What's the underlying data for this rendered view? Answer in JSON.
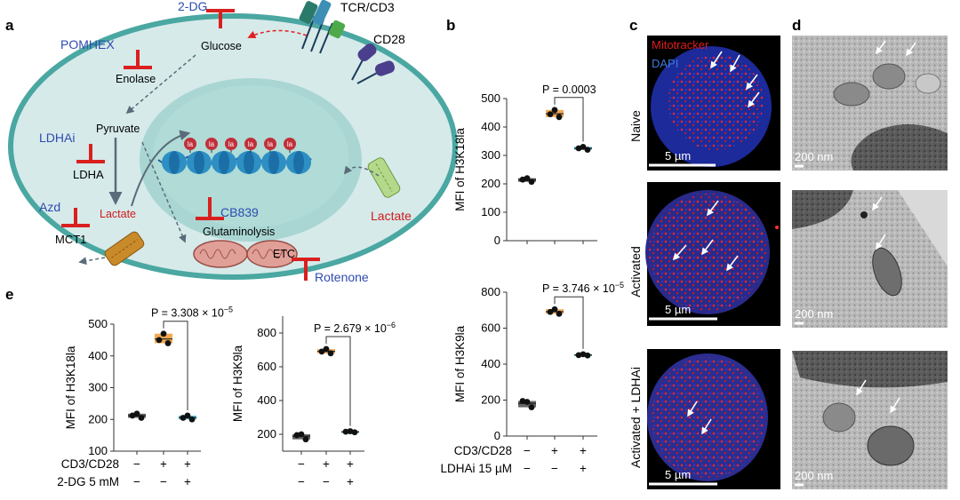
{
  "panel_letters": {
    "a": "a",
    "b": "b",
    "c": "c",
    "d": "d",
    "e": "e"
  },
  "panel_a": {
    "labels": {
      "two_dg": "2-DG",
      "glucose": "Glucose",
      "tcr": "TCR/CD3",
      "cd28": "CD28",
      "pomhex": "POMHEX",
      "enolase": "Enolase",
      "pyruvate": "Pyruvate",
      "ldhai": "LDHAi",
      "ldha": "LDHA",
      "azd": "Azd",
      "lactate_in": "Lactate",
      "mct1": "MCT1",
      "cb839": "CB839",
      "glutaminolysis": "Glutaminolysis",
      "etc": "ETC",
      "rotenone": "Rotenone",
      "lactate_out": "Lactate",
      "la": "la"
    },
    "colors": {
      "membrane": "#4aa7a1",
      "cytoplasm": "#d6eaea",
      "nucleus": "#a9d6d3",
      "inhibitor": "#d9201f",
      "inhibitor_text": "#2e4bb0",
      "lactate_text": "#d9201f"
    }
  },
  "panel_b": {
    "common": {
      "x_row_labels": [
        "CD3/CD28",
        "LDHAi 15 µM"
      ],
      "x_row_values": [
        [
          "−",
          "+",
          "+"
        ],
        [
          "−",
          "−",
          "+"
        ]
      ],
      "colors": [
        "#555555",
        "#f0a040",
        "#3fc7d8"
      ]
    },
    "top": {
      "ylabel": "MFI of H3K18la",
      "ylim": [
        0,
        500
      ],
      "yticks": [
        0,
        100,
        200,
        300,
        400,
        500
      ],
      "pvalue": "P = 0.0003",
      "points": [
        [
          215,
          207,
          220
        ],
        [
          445,
          435,
          460
        ],
        [
          325,
          320,
          330
        ]
      ]
    },
    "bottom": {
      "ylabel": "MFI of H3K9la",
      "ylim": [
        0,
        800
      ],
      "yticks": [
        0,
        200,
        400,
        600,
        800
      ],
      "pvalue": "P = 3.746 × 10",
      "pvalue_exp": "−5",
      "points": [
        [
          195,
          160,
          190
        ],
        [
          690,
          680,
          705
        ],
        [
          450,
          448,
          455
        ]
      ]
    }
  },
  "panel_e": {
    "common": {
      "x_row_labels": [
        "CD3/CD28",
        "2-DG 5 mM"
      ],
      "x_row_values": [
        [
          "−",
          "+",
          "+"
        ],
        [
          "−",
          "−",
          "+"
        ]
      ],
      "colors": [
        "#555555",
        "#f0a040",
        "#3fc7d8"
      ]
    },
    "left": {
      "ylabel": "MFI of H3K18la",
      "ylim": [
        100,
        500
      ],
      "yticks": [
        100,
        200,
        300,
        400,
        500
      ],
      "pvalue": "P = 3.308 × 10",
      "pvalue_exp": "−5",
      "points": [
        [
          212,
          205,
          218
        ],
        [
          450,
          440,
          470
        ],
        [
          205,
          200,
          212
        ]
      ]
    },
    "right": {
      "ylabel": "MFI of H3K9la",
      "ylim": [
        100,
        900
      ],
      "yticks": [
        200,
        400,
        600,
        800
      ],
      "pvalue": "P = 2.679 × 10",
      "pvalue_exp": "−6",
      "points": [
        [
          195,
          170,
          200
        ],
        [
          690,
          680,
          705
        ],
        [
          215,
          212,
          218
        ]
      ]
    }
  },
  "panel_c": {
    "legend_mito": "Mitotracker",
    "legend_dapi": "DAPI",
    "rows": [
      "Naive",
      "Activated",
      "Activated + LDHAi"
    ],
    "scale": "5 µm"
  },
  "panel_d": {
    "scale": "200 nm"
  }
}
